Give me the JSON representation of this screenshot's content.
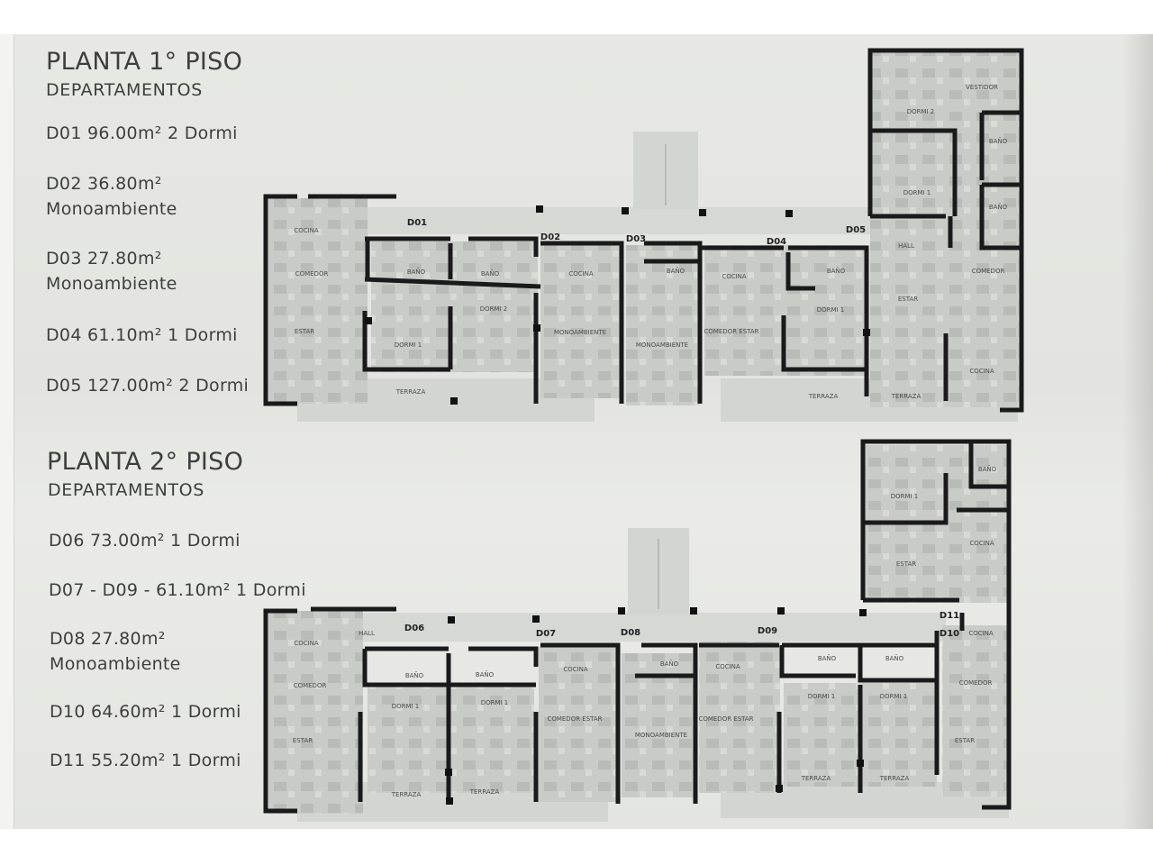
{
  "floors": [
    {
      "title": "PLANTA 1° PISO",
      "subtitle": "DEPARTAMENTOS",
      "units": [
        {
          "line1": "D01 96.00m² 2 Dormi",
          "line2": ""
        },
        {
          "line1": "D02 36.80m²",
          "line2": "Monoambiente"
        },
        {
          "line1": "D03 27.80m²",
          "line2": "Monoambiente"
        },
        {
          "line1": "D04 61.10m² 1 Dormi",
          "line2": ""
        },
        {
          "line1": "D05 127.00m² 2 Dormi",
          "line2": ""
        }
      ],
      "plan_codes": [
        "D01",
        "D02",
        "D03",
        "D04",
        "D05"
      ],
      "rooms": [
        "COCINA",
        "COMEDOR",
        "ESTAR",
        "BAÑO",
        "BAÑO",
        "DORMI 2",
        "DORMI 1",
        "TERRAZA",
        "COCINA",
        "MONOAMBIENTE",
        "BAÑO",
        "MONOAMBIENTE",
        "COCINA",
        "COMEDOR ESTAR",
        "BAÑO",
        "DORMI 1",
        "TERRAZA",
        "HALL",
        "ESTAR",
        "TERRAZA",
        "COMEDOR",
        "COCINA",
        "DORMI 2",
        "VESTIDOR",
        "BAÑO",
        "DORMI 1",
        "BAÑO"
      ]
    },
    {
      "title": "PLANTA 2° PISO",
      "subtitle": "DEPARTAMENTOS",
      "units": [
        {
          "line1": "D06 73.00m² 1 Dormi",
          "line2": ""
        },
        {
          "line1": "D07 - D09 - 61.10m² 1 Dormi",
          "line2": ""
        },
        {
          "line1": "D08 27.80m²",
          "line2": "Monoambiente"
        },
        {
          "line1": "D10 64.60m² 1 Dormi",
          "line2": ""
        },
        {
          "line1": "D11 55.20m² 1 Dormi",
          "line2": ""
        }
      ],
      "plan_codes": [
        "D06",
        "D07",
        "D08",
        "D09",
        "D10",
        "D11"
      ],
      "rooms": [
        "COCINA",
        "HALL",
        "COMEDOR",
        "ESTAR",
        "BAÑO",
        "BAÑO",
        "DORMI 1",
        "DORMI 1",
        "TERRAZA",
        "TERRAZA",
        "COCINA",
        "COMEDOR ESTAR",
        "BAÑO",
        "MONOAMBIENTE",
        "COCINA",
        "COMEDOR ESTAR",
        "BAÑO",
        "BAÑO",
        "DORMI 1",
        "DORMI 1",
        "TERRAZA",
        "TERRAZA",
        "COCINA",
        "COMEDOR",
        "ESTAR",
        "DORMI 1",
        "BAÑO",
        "COCINA",
        "ESTAR"
      ]
    }
  ],
  "colors": {
    "wall": "#1a1a1a",
    "room_fill": "#c9cbc7",
    "corridor": "#d6d8d4",
    "board": "#e5e6e1",
    "text": "#3d3f3e"
  }
}
